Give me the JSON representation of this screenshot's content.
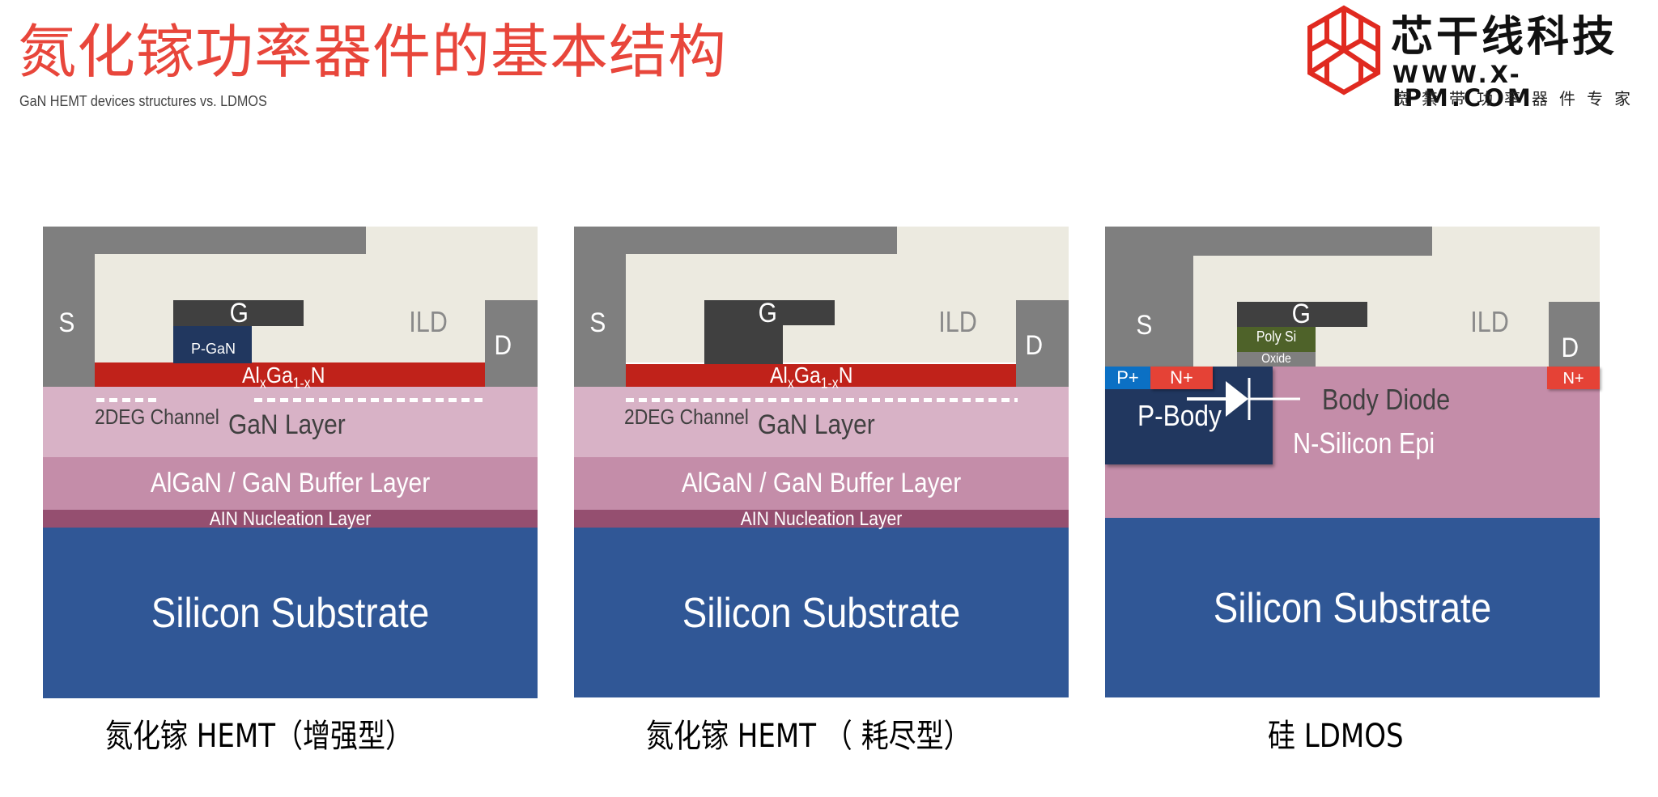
{
  "header": {
    "title": "氮化镓功率器件的基本结构",
    "subtitle": "GaN HEMT devices structures vs. LDMOS"
  },
  "logo": {
    "icon": "hexagon-cube-logo-icon",
    "company_name": "芯干线科技",
    "url": "WWW.X-IPM.COM",
    "slogan": "宽禁带功率器件专家",
    "accent_color": "#e02a20"
  },
  "colors": {
    "title_red": "#e8463b",
    "metal_gray": "#7f7f7f",
    "ild_beige": "#eceae0",
    "gate_dark": "#404040",
    "algan_red": "#c0221a",
    "gan_pink": "#d8b2c6",
    "buffer_pink": "#c48da9",
    "nucleation_purple": "#954f70",
    "substrate_blue": "#305796",
    "pgan_navy": "#21375f",
    "poly_green": "#4e6229",
    "p_plus_blue": "#0b70c4",
    "n_plus_red": "#e54236"
  },
  "panels": [
    {
      "caption": "氮化镓 HEMT（增强型）",
      "source": "S",
      "gate": "G",
      "drain": "D",
      "ild": "ILD",
      "pgan": "P-GaN",
      "algan_main": "Al",
      "algan_sub_x": "x",
      "algan_ga": "Ga",
      "algan_sub_1x": "1-x",
      "algan_n": "N",
      "channel": "2DEG Channel",
      "gan": "GaN Layer",
      "buffer": "AlGaN / GaN Buffer Layer",
      "nucleation": "AIN Nucleation Layer",
      "substrate": "Silicon Substrate"
    },
    {
      "caption": "氮化镓 HEMT （ 耗尽型）",
      "source": "S",
      "gate": "G",
      "drain": "D",
      "ild": "ILD",
      "algan_main": "Al",
      "algan_sub_x": "x",
      "algan_ga": "Ga",
      "algan_sub_1x": "1-x",
      "algan_n": "N",
      "channel": "2DEG Channel",
      "gan": "GaN Layer",
      "buffer": "AlGaN / GaN Buffer Layer",
      "nucleation": "AIN Nucleation Layer",
      "substrate": "Silicon Substrate"
    },
    {
      "caption": "硅 LDMOS",
      "source": "S",
      "gate": "G",
      "drain": "D",
      "ild": "ILD",
      "poly": "Poly Si",
      "oxide": "Oxide",
      "p_plus": "P+",
      "n_plus_source": "N+",
      "n_plus_drain": "N+",
      "p_body": "P-Body",
      "body_diode": "Body Diode",
      "epi": "N-Silicon Epi",
      "substrate": "Silicon Substrate"
    }
  ]
}
